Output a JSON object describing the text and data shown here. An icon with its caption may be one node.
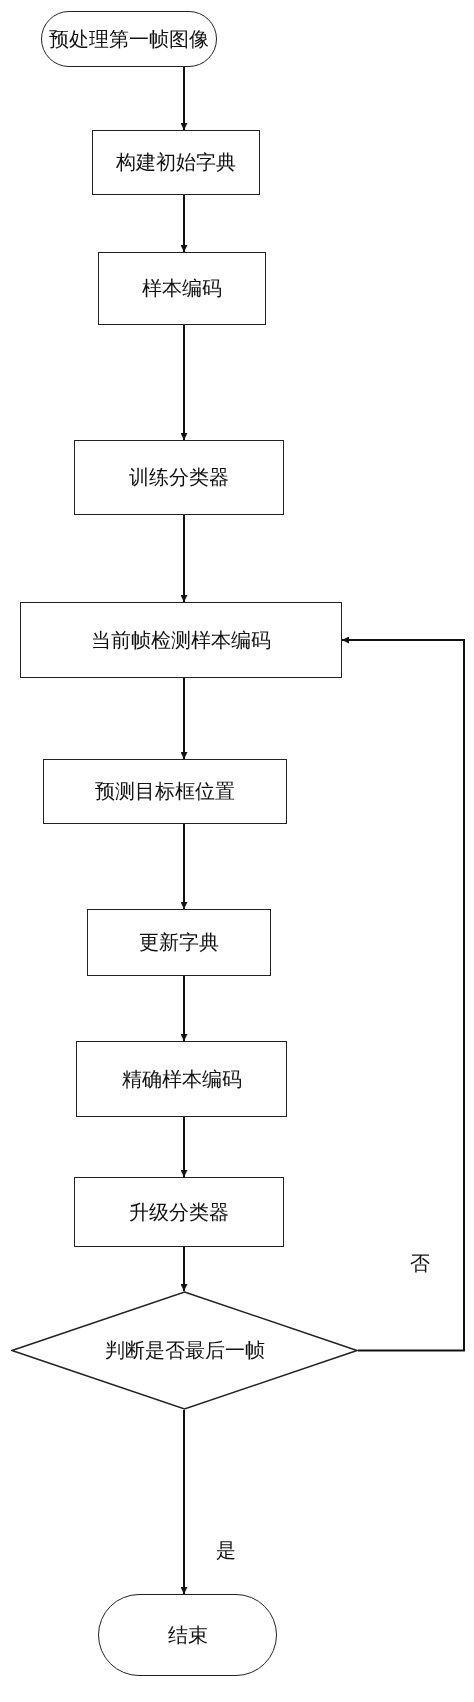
{
  "diagram": {
    "nodes": [
      {
        "text": [
          "预处理第一帧图像"
        ]
      },
      {
        "text": [
          "构建初始字典"
        ]
      },
      {
        "text": [
          "样本编码"
        ]
      },
      {
        "text": [
          "训练分类器"
        ]
      },
      {
        "text": [
          "当前帧检测样本编码"
        ]
      },
      {
        "text": [
          "预测目标框位置"
        ]
      },
      {
        "text": [
          "更新字典"
        ]
      },
      {
        "text": [
          "精确样本编码"
        ]
      },
      {
        "text": [
          "升级分类器"
        ]
      },
      {
        "text": [
          "判断是否最后一帧"
        ]
      },
      {
        "text": [
          "结束"
        ]
      }
    ],
    "edges": [
      {
        "from": 0,
        "to": 1,
        "arrow": "to"
      },
      {
        "from": 1,
        "to": 2,
        "arrow": "to"
      },
      {
        "from": 2,
        "to": 3,
        "arrow": "to"
      },
      {
        "from": 3,
        "to": 4,
        "arrow": "to"
      },
      {
        "from": 4,
        "to": 5,
        "arrow": "to"
      },
      {
        "from": 5,
        "to": 6,
        "arrow": "to"
      },
      {
        "from": 6,
        "to": 7,
        "arrow": "to"
      },
      {
        "from": 7,
        "to": 8,
        "arrow": "to"
      },
      {
        "from": 8,
        "to": 9,
        "arrow": "to"
      },
      {
        "from": 9,
        "to": 4,
        "arrow": "to",
        "label": "否"
      },
      {
        "from": 9,
        "to": 10,
        "arrow": "to",
        "label": "是"
      }
    ]
  }
}
